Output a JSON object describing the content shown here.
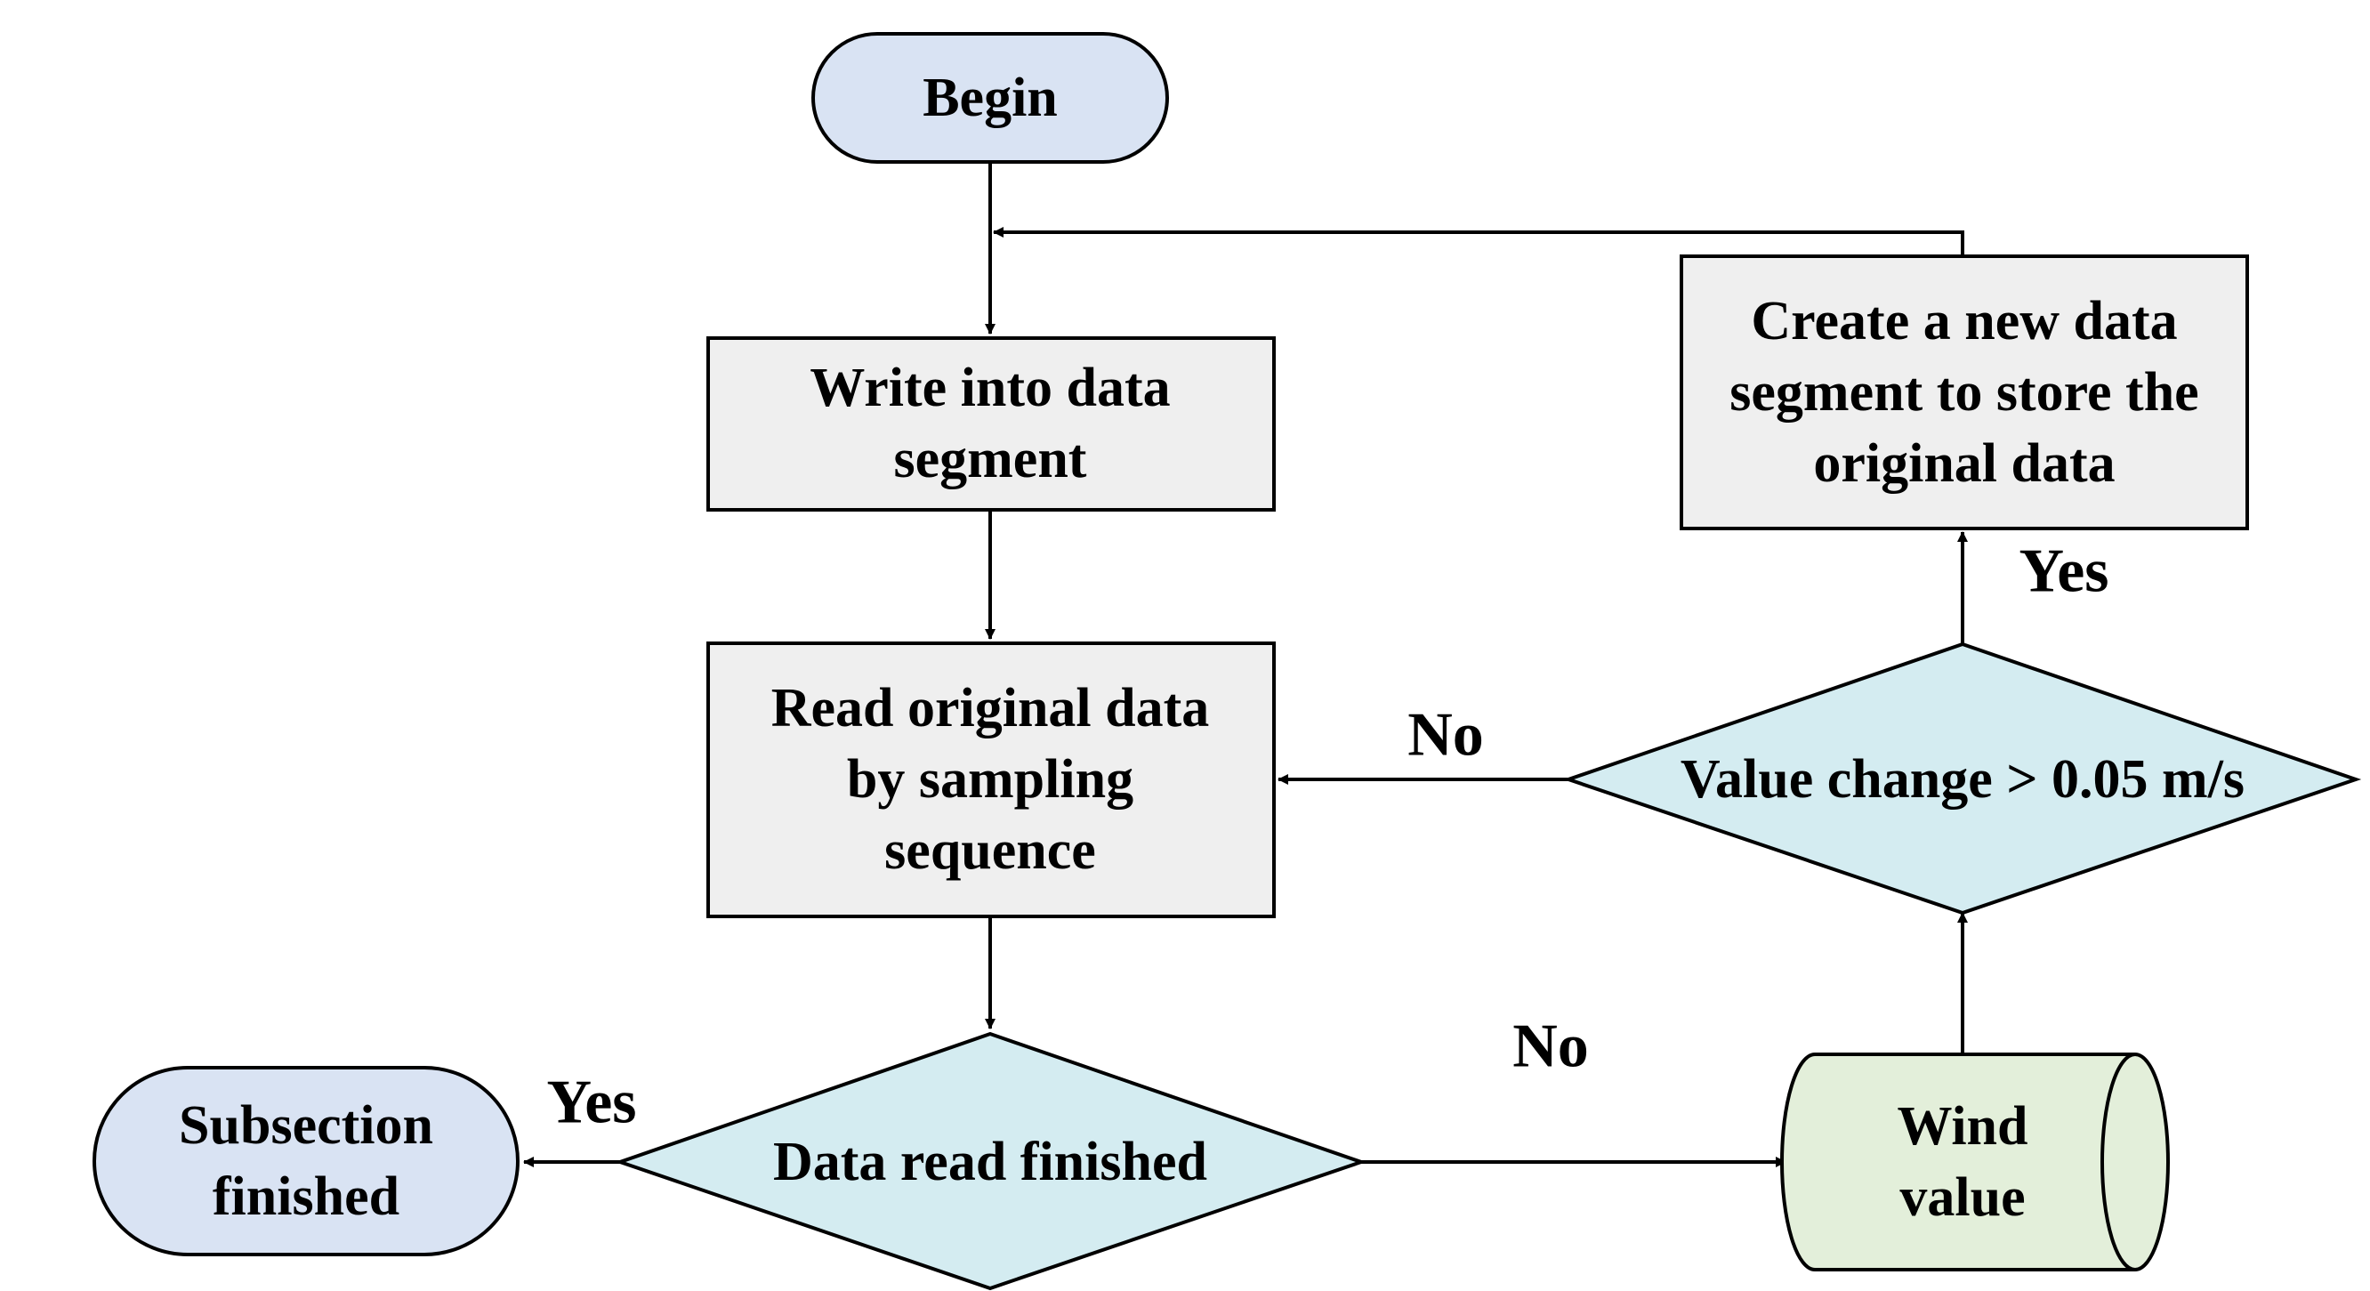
{
  "colors": {
    "terminal_fill": "#d9e3f3",
    "process_fill": "#efefef",
    "decision_fill": "#d4ecf1",
    "data_fill": "#e3efda",
    "stroke": "#000000"
  },
  "nodes": {
    "begin": {
      "lines": [
        "Begin"
      ]
    },
    "write": {
      "lines": [
        "Write into data",
        "segment"
      ]
    },
    "read": {
      "lines": [
        "Read original data",
        "by sampling",
        "sequence"
      ]
    },
    "finished_check": {
      "lines": [
        "Data read finished"
      ]
    },
    "subsection": {
      "lines": [
        "Subsection",
        "finished"
      ]
    },
    "wind": {
      "lines": [
        "Wind",
        "value"
      ]
    },
    "value_check": {
      "lines": [
        "Value change > 0.05 m/s"
      ]
    },
    "create": {
      "lines": [
        "Create a new data",
        "segment to store the",
        "original data"
      ]
    }
  },
  "edges": {
    "finished_yes": "Yes",
    "finished_no": "No",
    "value_yes": "Yes",
    "value_no": "No"
  }
}
